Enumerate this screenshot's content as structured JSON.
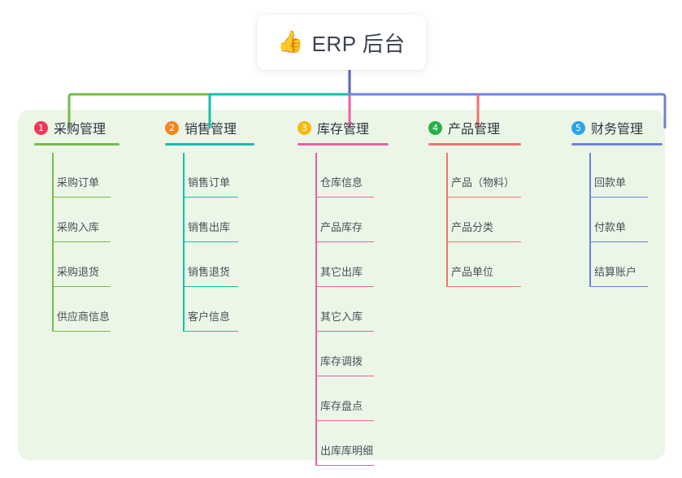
{
  "title": {
    "icon": "thumbs-up-icon",
    "emoji": "👍",
    "text": "ERP 后台"
  },
  "colors": {
    "panel_bg": "#ecf6e7",
    "page_bg": "#ffffff",
    "trunk": "#5a5fc7",
    "col1": "#76bc4a",
    "col2": "#14bfae",
    "col3": "#ed5fa5",
    "col4": "#f2736e",
    "col5": "#6b83d6",
    "badge1": "#f2385a",
    "badge2": "#f6861f",
    "badge3": "#f5b914",
    "badge4": "#25b14c",
    "badge5": "#2ba3e8"
  },
  "columns": [
    {
      "index": "1",
      "badge_color": "#f2385a",
      "line_color": "#76bc4a",
      "label": "采购管理",
      "items": [
        "采购订单",
        "采购入库",
        "采购退货",
        "供应商信息"
      ]
    },
    {
      "index": "2",
      "badge_color": "#f6861f",
      "line_color": "#14bfae",
      "label": "销售管理",
      "items": [
        "销售订单",
        "销售出库",
        "销售退货",
        "客户信息"
      ]
    },
    {
      "index": "3",
      "badge_color": "#f5b914",
      "line_color": "#ed5fa5",
      "label": "库存管理",
      "items": [
        "仓库信息",
        "产品库存",
        "其它出库",
        "其它入库",
        "库存调拨",
        "库存盘点",
        "出库库明细"
      ]
    },
    {
      "index": "4",
      "badge_color": "#25b14c",
      "line_color": "#f2736e",
      "label": "产品管理",
      "items": [
        "产品（物料）",
        "产品分类",
        "产品单位"
      ]
    },
    {
      "index": "5",
      "badge_color": "#2ba3e8",
      "line_color": "#6b83d6",
      "label": "财务管理",
      "items": [
        "回款单",
        "付款单",
        "结算账户"
      ]
    }
  ]
}
